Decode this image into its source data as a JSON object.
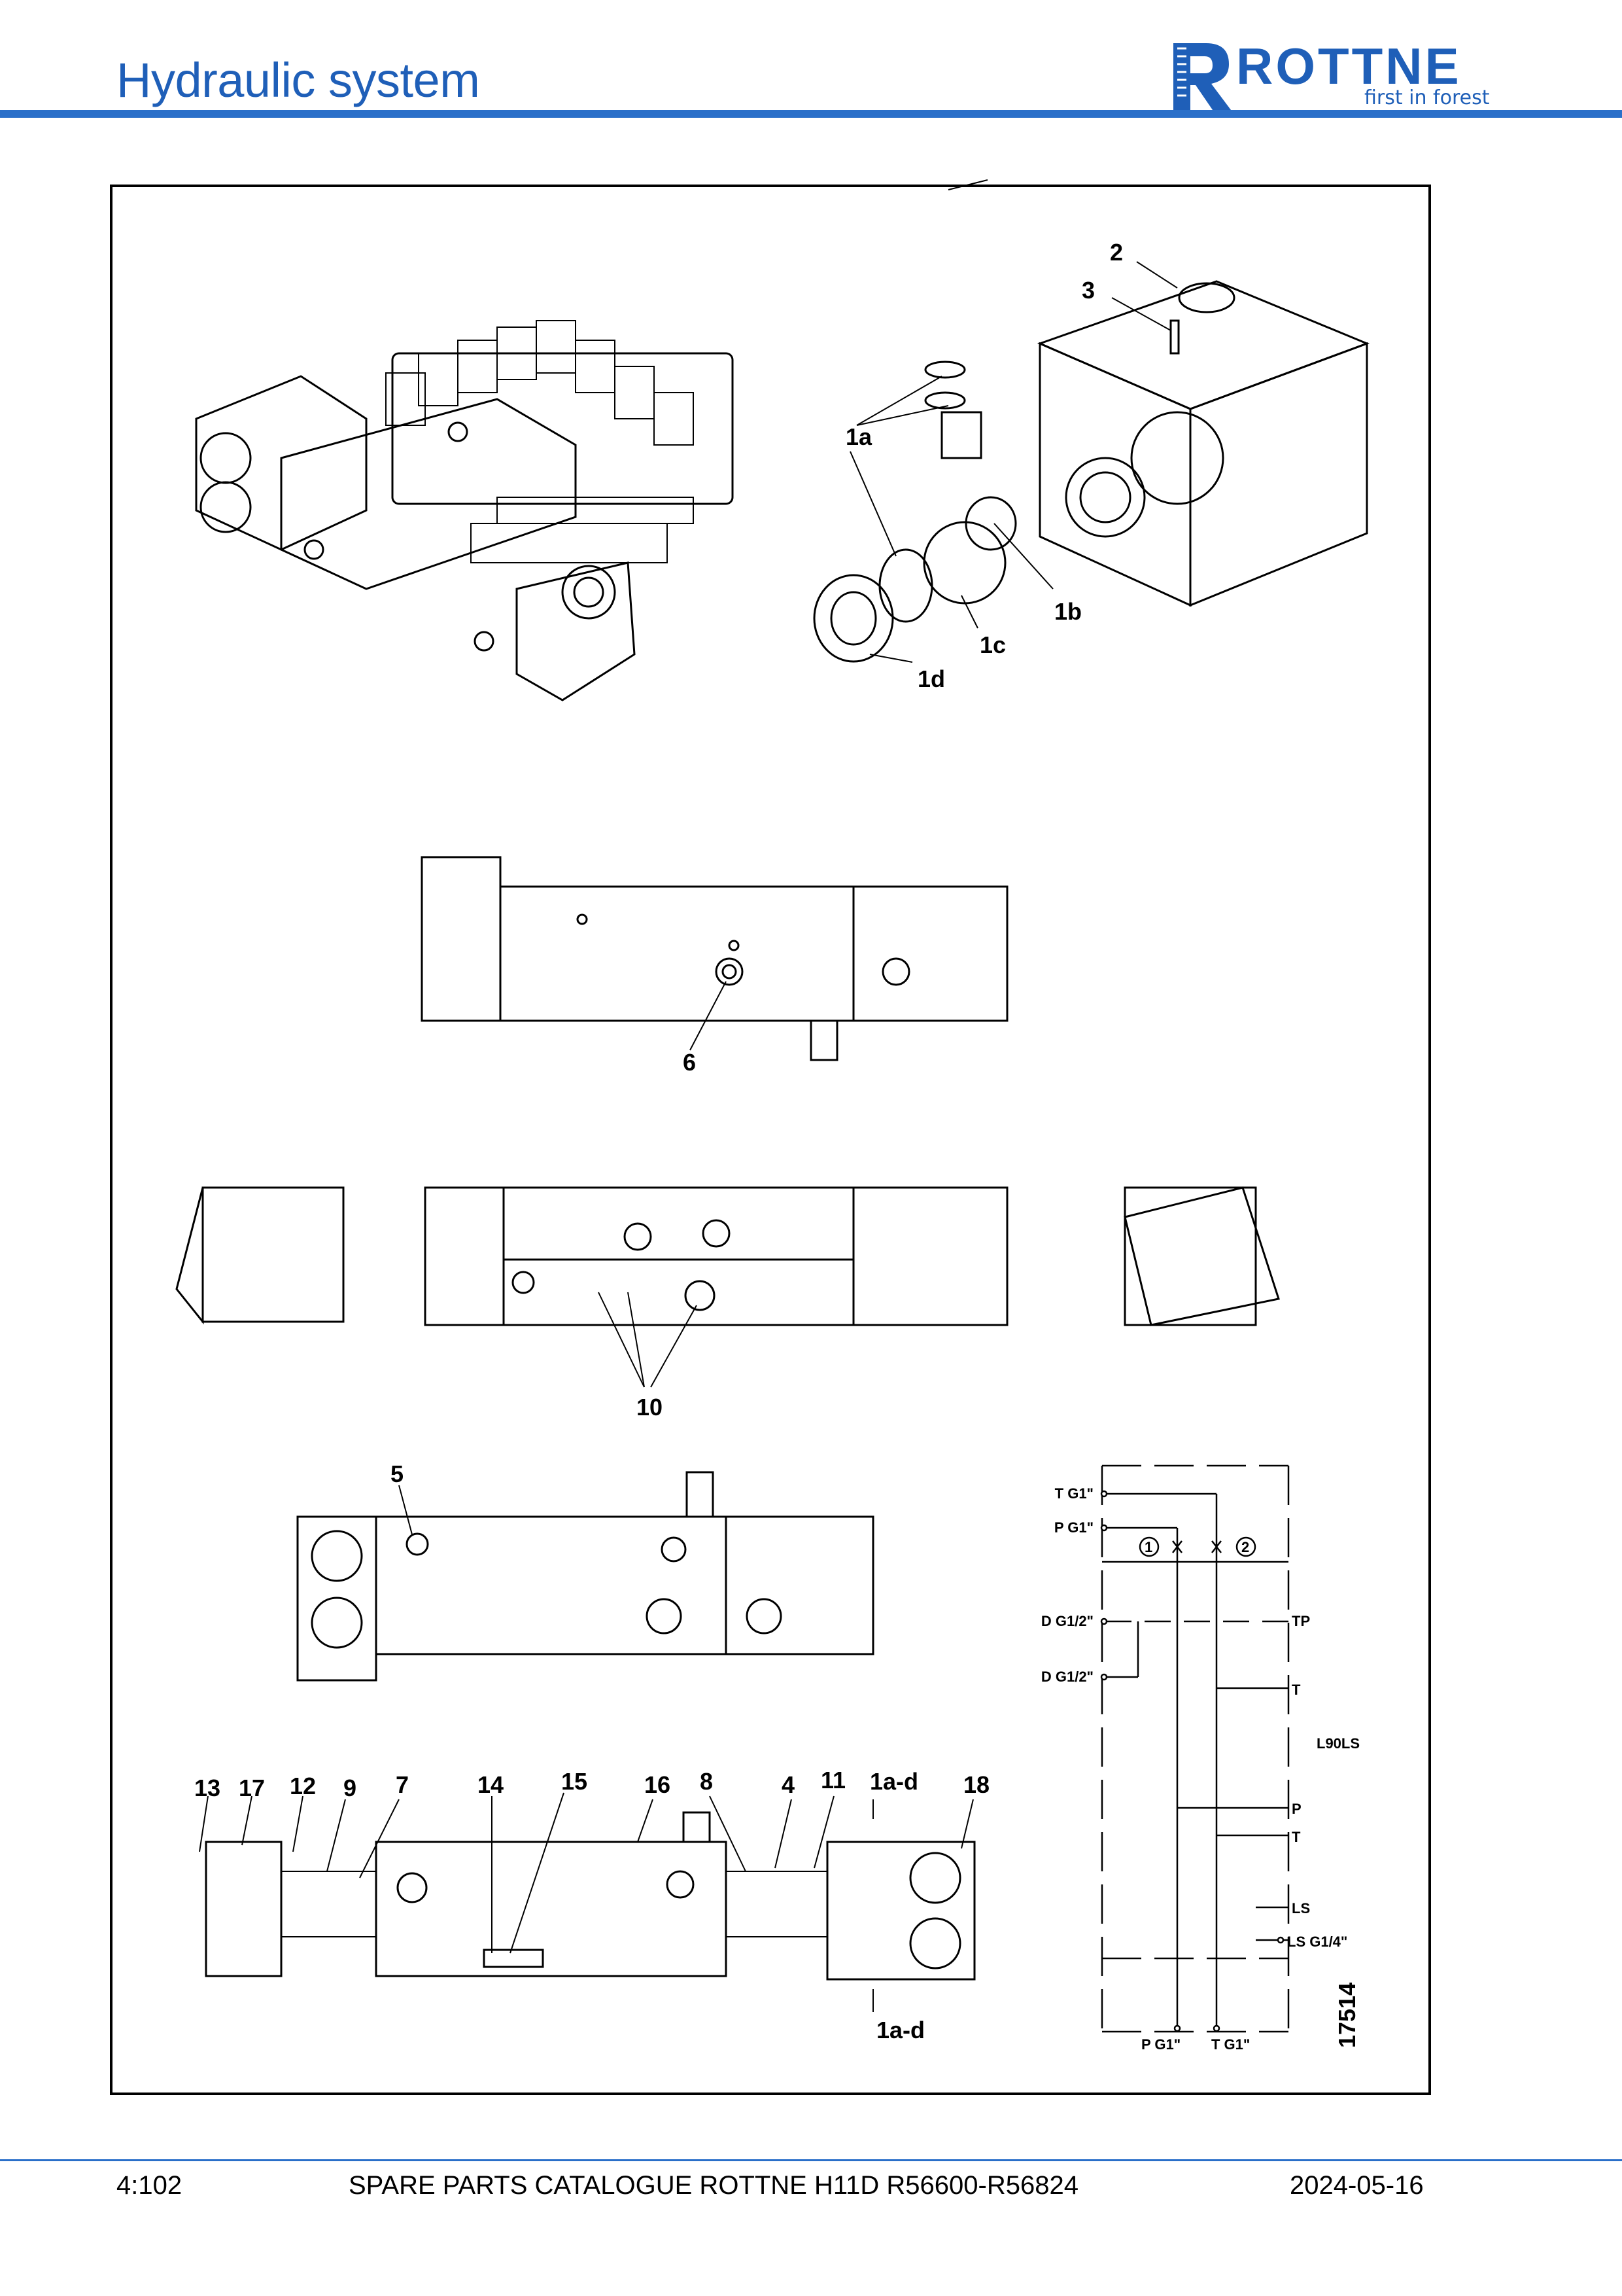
{
  "header": {
    "title": "Hydraulic system",
    "brand": "ROTTNE",
    "tagline": "first in forest",
    "accent_color": "#1f5fb8"
  },
  "figure": {
    "part_labels": [
      "1a",
      "1b",
      "1c",
      "1d",
      "2",
      "3",
      "6",
      "10",
      "5",
      "13",
      "17",
      "12",
      "9",
      "7",
      "14",
      "15",
      "16",
      "8",
      "4",
      "11",
      "1a-d",
      "18",
      "1a-d"
    ],
    "schematic": {
      "ports_left": [
        "T G1\"",
        "P G1\"",
        "D G1/2\"",
        "D G1/2\""
      ],
      "ports_right": [
        "TP",
        "T",
        "P",
        "T",
        "LS",
        "LS G1/4\""
      ],
      "valve_name": "L90LS",
      "section_marks": [
        "1",
        "2"
      ],
      "ports_bottom": [
        "P G1\"",
        "T G1\""
      ]
    },
    "drawing_number": "17514"
  },
  "footer": {
    "page": "4:102",
    "catalogue": "SPARE PARTS CATALOGUE ROTTNE H11D R56600-R56824",
    "date": "2024-05-16"
  }
}
